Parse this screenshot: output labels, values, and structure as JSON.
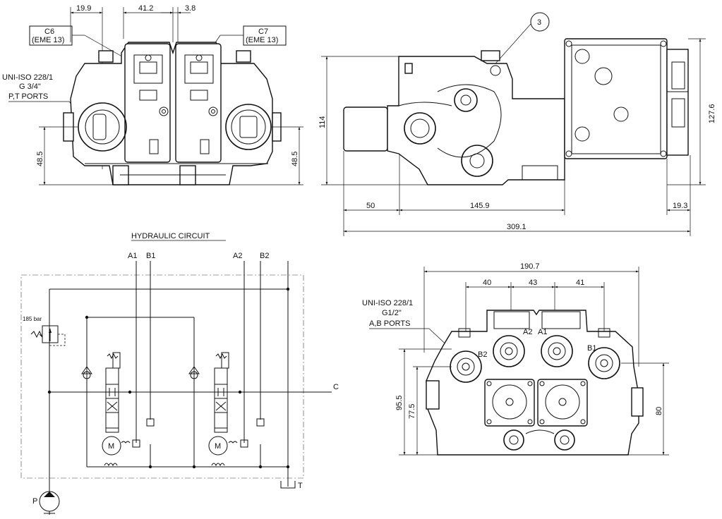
{
  "front_view": {
    "dims_top": [
      "19.9",
      "41.2",
      "3.8"
    ],
    "callout_c6": [
      "C6",
      "(EME 13)"
    ],
    "callout_c7": [
      "C7",
      "(EME 13)"
    ],
    "port_note": [
      "UNI-ISO 228/1",
      "G 3/4\"",
      "P,T PORTS"
    ],
    "dim_left": "48.5",
    "dim_right": "48.5"
  },
  "side_view": {
    "balloon": "3",
    "dim_height_left": "114",
    "dim_height_right": "127.6",
    "dim_bottom": [
      "50",
      "145.9",
      "19.3"
    ],
    "dim_total": "309.1"
  },
  "circuit": {
    "title": "HYDRAULIC CIRCUIT",
    "port_labels": [
      "A1",
      "B1",
      "A2",
      "B2"
    ],
    "relief_setting": "185 bar",
    "label_c": "C",
    "label_p": "P",
    "label_t": "T",
    "motor_label": "M"
  },
  "bottom_view": {
    "dim_total": "190.7",
    "dim_spacing": [
      "40",
      "43",
      "41"
    ],
    "port_note": [
      "UNI-ISO 228/1",
      "G1/2\"",
      "A,B PORTS"
    ],
    "port_labels": [
      "A2",
      "A1",
      "B2",
      "B1"
    ],
    "dim_left": [
      "95.5",
      "77.5"
    ],
    "dim_right": "80"
  }
}
